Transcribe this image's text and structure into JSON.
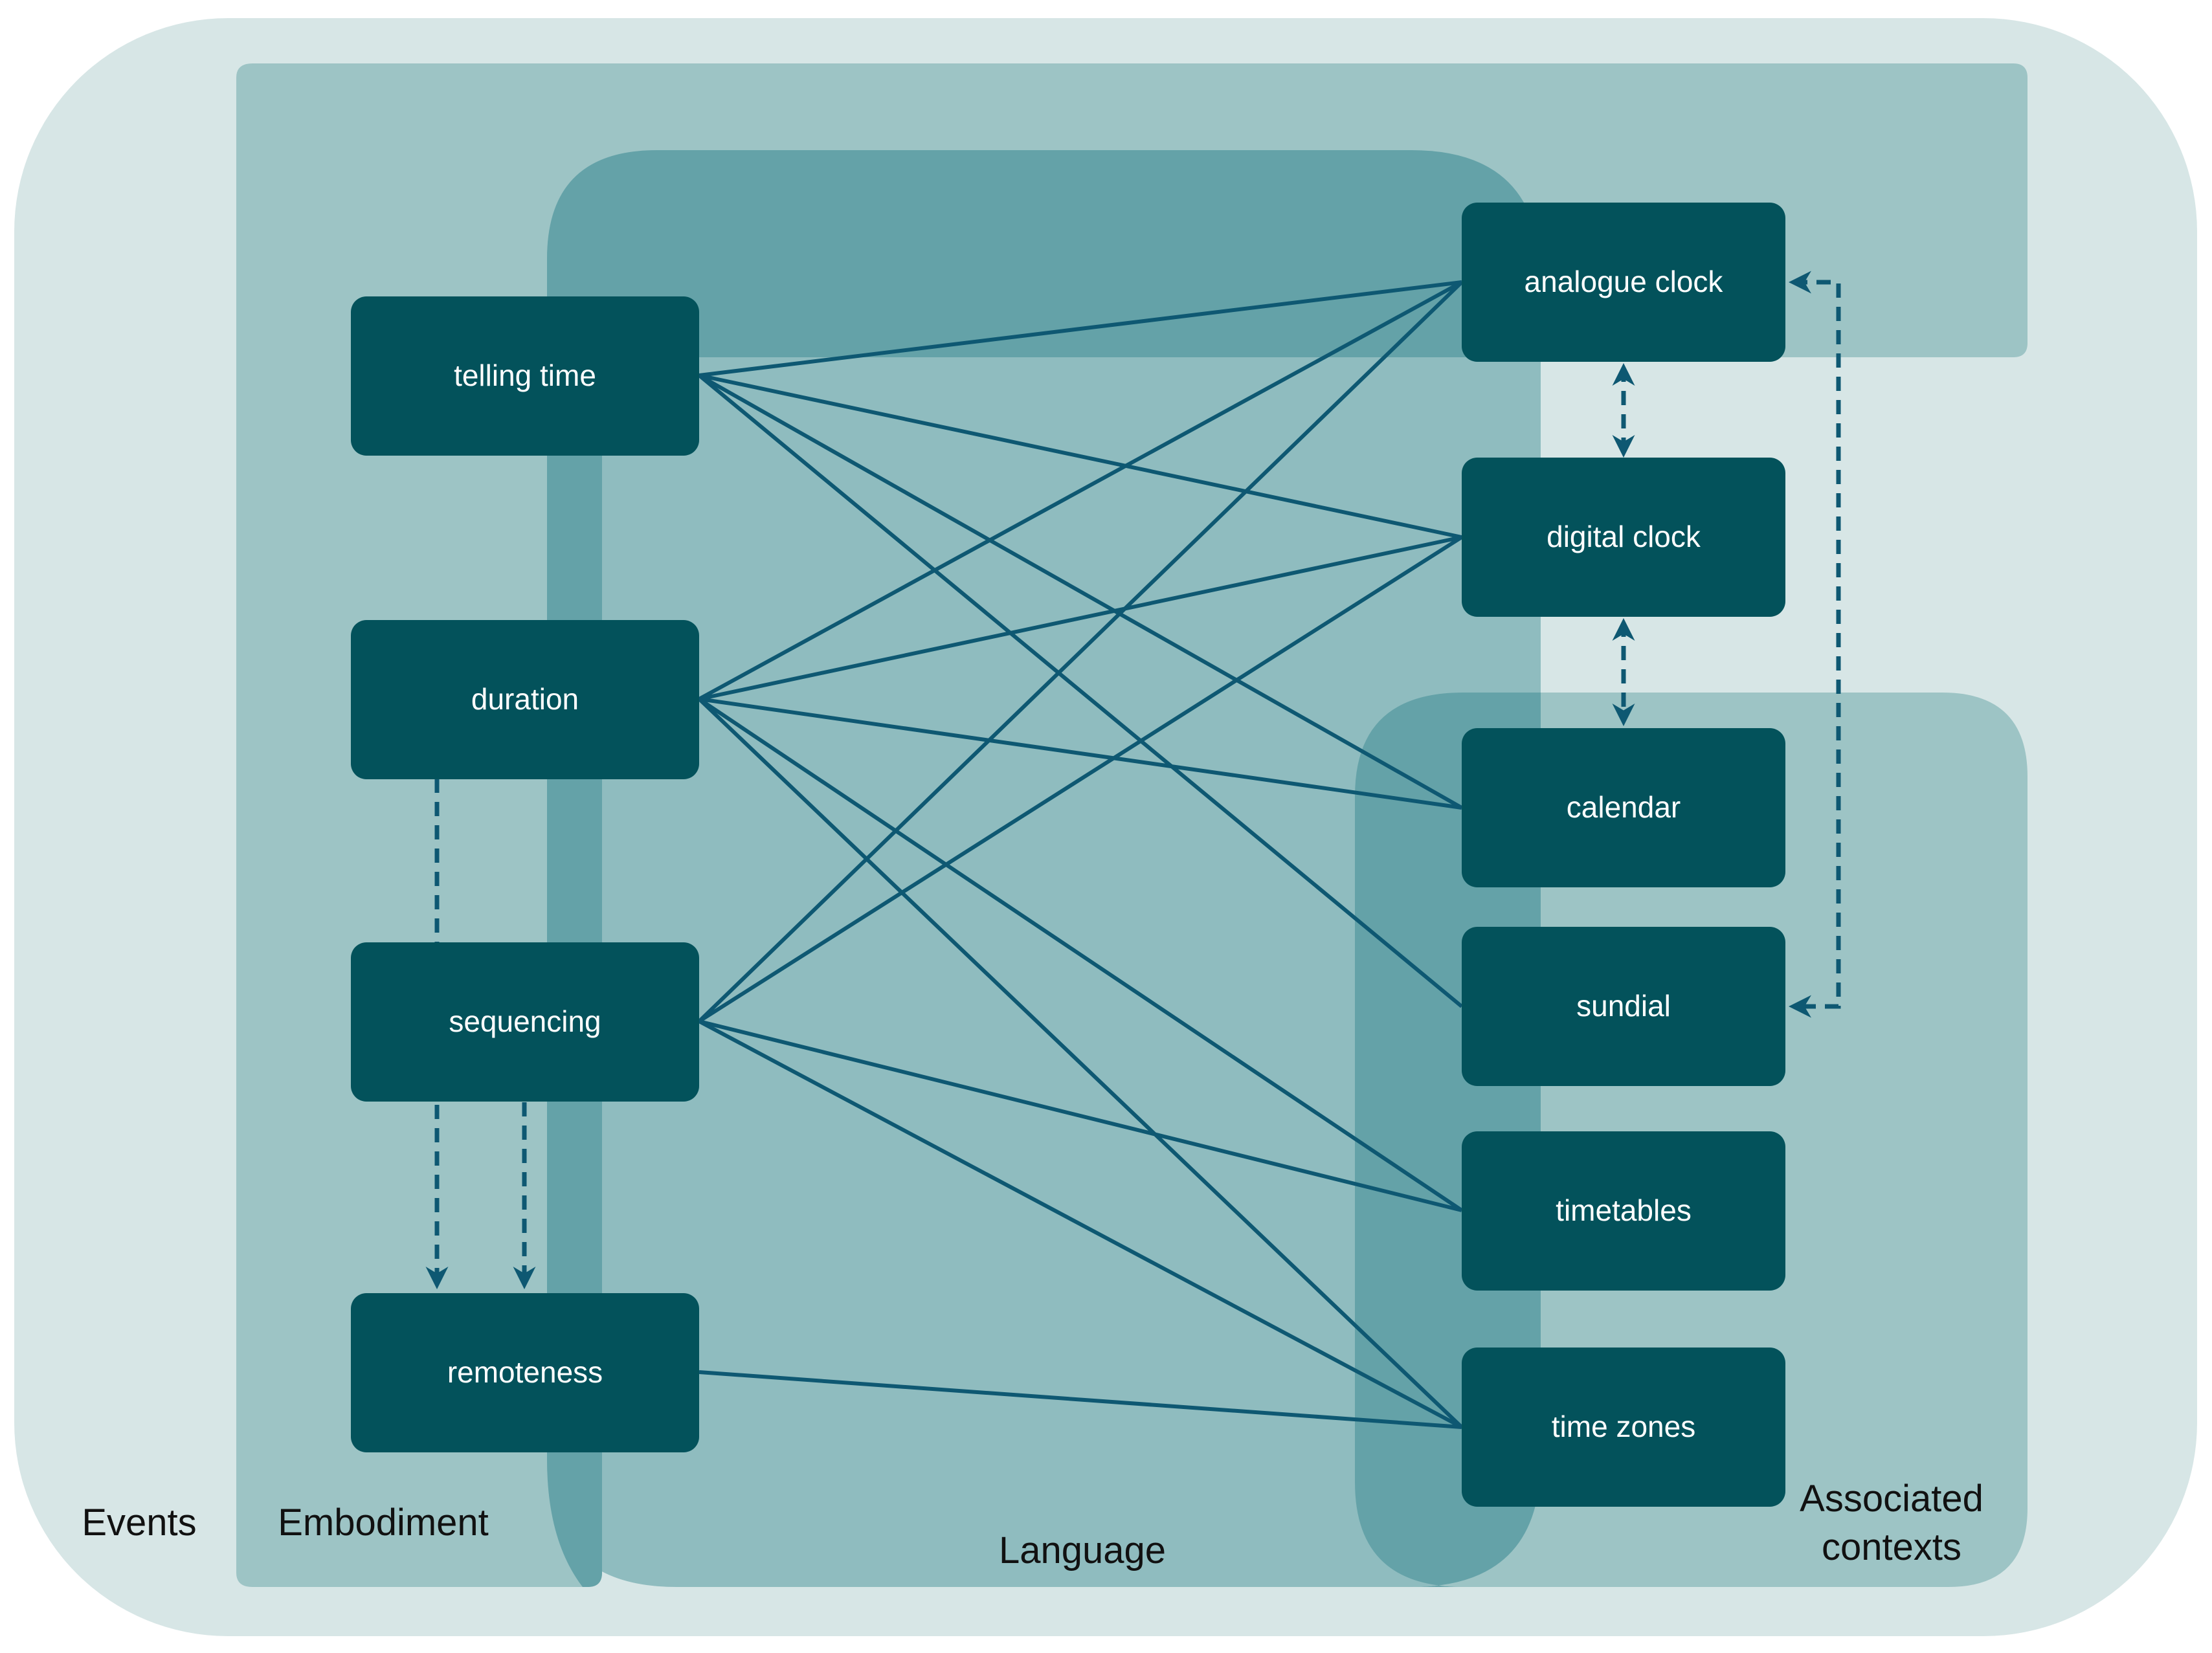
{
  "regions": {
    "events": "Events",
    "embodiment": "Embodiment",
    "language": "Language",
    "associated_line1": "Associated",
    "associated_line2": "contexts"
  },
  "nodes": {
    "telling_time": "telling time",
    "duration": "duration",
    "sequencing": "sequencing",
    "remoteness": "remoteness",
    "analogue_clock": "analogue clock",
    "digital_clock": "digital clock",
    "calendar": "calendar",
    "sundial": "sundial",
    "timetables": "timetables",
    "time_zones": "time zones"
  },
  "colors": {
    "events_bg": "#d7e6e6",
    "embodiment_bg": "#9dc4c5",
    "language_bg": "#8fbcbf",
    "overlap_bg": "#64a2a8",
    "node_fill": "#03525b",
    "edge": "#0e5872"
  },
  "edges": [
    [
      "telling_time",
      "analogue_clock"
    ],
    [
      "telling_time",
      "digital_clock"
    ],
    [
      "telling_time",
      "calendar"
    ],
    [
      "telling_time",
      "sundial"
    ],
    [
      "duration",
      "analogue_clock"
    ],
    [
      "duration",
      "digital_clock"
    ],
    [
      "duration",
      "calendar"
    ],
    [
      "duration",
      "timetables"
    ],
    [
      "duration",
      "time_zones"
    ],
    [
      "sequencing",
      "analogue_clock"
    ],
    [
      "sequencing",
      "digital_clock"
    ],
    [
      "sequencing",
      "timetables"
    ],
    [
      "sequencing",
      "time_zones"
    ],
    [
      "remoteness",
      "time_zones"
    ]
  ],
  "dashed_links": [
    [
      "duration",
      "remoteness"
    ],
    [
      "sequencing",
      "remoteness"
    ],
    [
      "analogue_clock",
      "digital_clock"
    ],
    [
      "digital_clock",
      "calendar"
    ],
    [
      "analogue_clock",
      "sundial"
    ]
  ]
}
